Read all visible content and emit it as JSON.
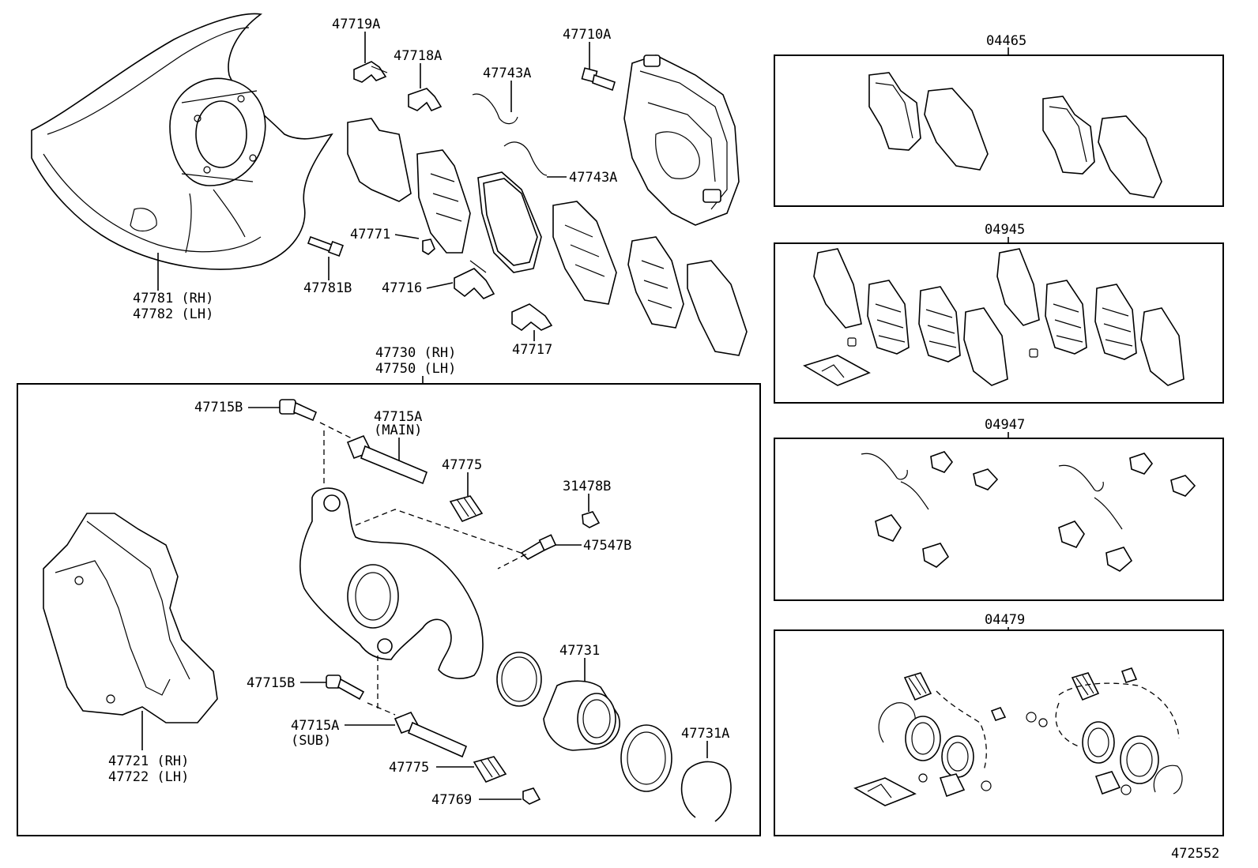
{
  "callouts": {
    "p47719A": "47719A",
    "p47718A": "47718A",
    "p47743A_top": "47743A",
    "p47710A": "47710A",
    "p47743A_mid": "47743A",
    "p47771": "47771",
    "p47781B": "47781B",
    "p47716": "47716",
    "p47717": "47717",
    "p47781": "47781 (RH)",
    "p47782": "47782 (LH)",
    "p47730": "47730 (RH)",
    "p47750": "47750 (LH)",
    "p47715B_top": "47715B",
    "p47715A_main": "47715A",
    "main_note": "(MAIN)",
    "p47775_top": "47775",
    "p31478B": "31478B",
    "p47547B": "47547B",
    "p47731": "47731",
    "p47715B_low": "47715B",
    "p47715A_sub": "47715A",
    "sub_note": "(SUB)",
    "p47775_low": "47775",
    "p47769": "47769",
    "p47731A": "47731A",
    "p47721": "47721 (RH)",
    "p47722": "47722 (LH)"
  },
  "kits": [
    {
      "label": "04465"
    },
    {
      "label": "04945"
    },
    {
      "label": "04947"
    },
    {
      "label": "04479"
    }
  ],
  "figure_number": "472552"
}
